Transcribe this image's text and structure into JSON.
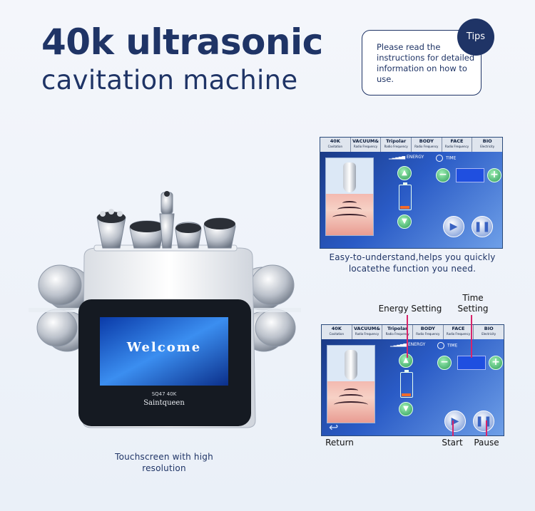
{
  "heading": {
    "line1": "40k ultrasonic",
    "line2": "cavitation machine"
  },
  "tips": {
    "badge": "Tips",
    "text": "Please read the instructions for detailed information on how to use."
  },
  "panel_tabs": [
    {
      "label": "40K",
      "sub": "Cavitation"
    },
    {
      "label": "VACUUM&",
      "sub": "Radio Frequency"
    },
    {
      "label": "Tripolar",
      "sub": "Radio Frequency"
    },
    {
      "label": "BODY",
      "sub": "Radio Frequency"
    },
    {
      "label": "FACE",
      "sub": "Radio Frequency"
    },
    {
      "label": "BIO",
      "sub": "Electricity"
    }
  ],
  "panel_labels": {
    "energy": "ENERGY",
    "time": "TIME"
  },
  "caption_panel": "Easy-to-understand,helps you quickly locatethe function you need.",
  "caption_machine": "Touchscreen with high resolution",
  "machine_screen": {
    "welcome": "Welcome",
    "model": "SQ47 40K",
    "brand": "Saintqueen"
  },
  "annotations": {
    "energy_setting": "Energy Setting",
    "time_setting": "Time Setting",
    "return": "Return",
    "start": "Start",
    "pause": "Pause"
  },
  "colors": {
    "brand": "#1f3466",
    "accent_line": "#d8246a"
  }
}
